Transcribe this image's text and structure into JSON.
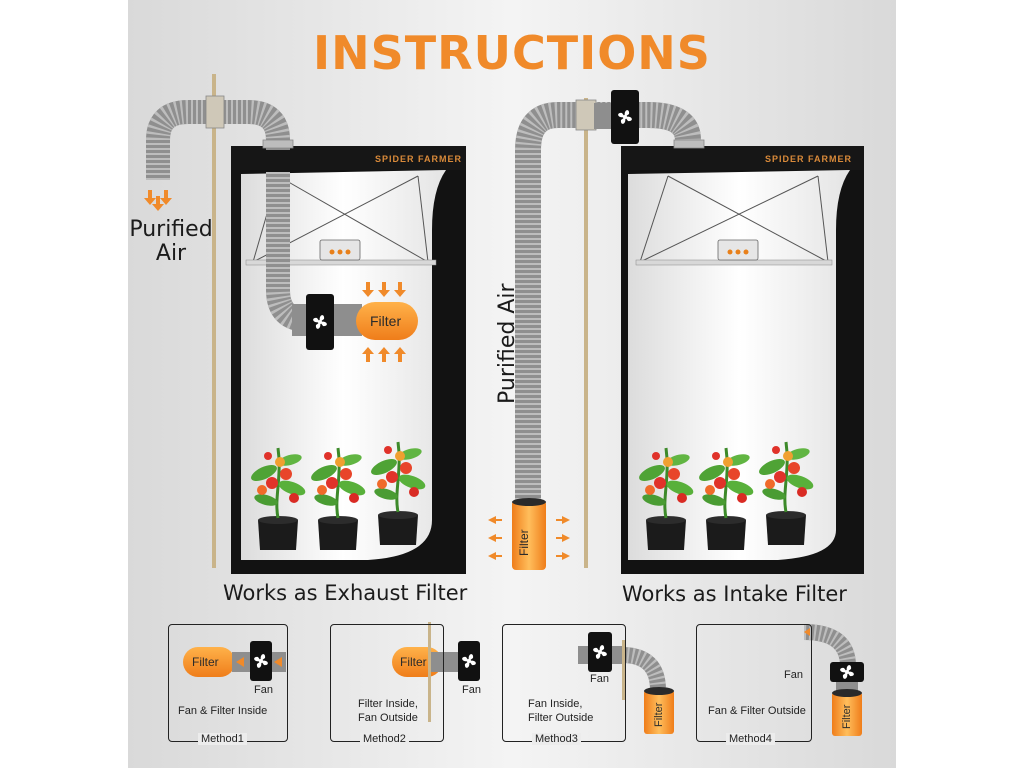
{
  "title": "INSTRUCTIONS",
  "brand": "SPIDER FARMER",
  "left_panel": {
    "purified_air": [
      "Purified",
      "Air"
    ],
    "filter_label": "Filter",
    "caption": "Works as Exhaust Filter"
  },
  "right_panel": {
    "purified_air": "Purified Air",
    "filter_label": "Filter",
    "caption": "Works as Intake Filter"
  },
  "methods": [
    {
      "name": "Method1",
      "filter": "Filter",
      "fan": "Fan",
      "desc": [
        "Fan & Filter Inside"
      ]
    },
    {
      "name": "Method2",
      "filter": "Filter",
      "fan": "Fan",
      "desc": [
        "Filter Inside,",
        "Fan Outside"
      ]
    },
    {
      "name": "Method3",
      "filter": "Filter",
      "fan": "Fan",
      "desc": [
        "Fan Inside,",
        "Filter Outside"
      ]
    },
    {
      "name": "Method4",
      "filter": "Filter",
      "fan": "Fan",
      "desc": [
        "Fan & Filter Outside"
      ]
    }
  ],
  "colors": {
    "accent": "#f08a2a",
    "tent": "#111111",
    "duct": "#9a9a9a",
    "pole": "#c9b48a"
  }
}
